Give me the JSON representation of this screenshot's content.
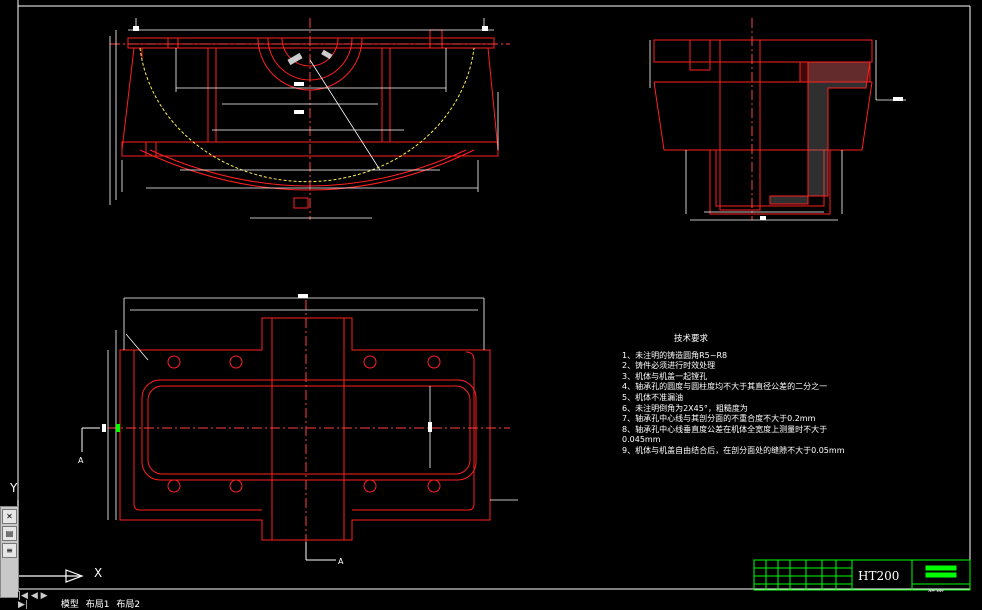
{
  "colors": {
    "background": "#000000",
    "outline": "#ff2020",
    "dimension": "#ffffff",
    "centerline": "#ff4040",
    "hatch": "#e0e0e0",
    "highlight": "#00ff00",
    "titleblock": "#00ff00"
  },
  "technical_requirements": {
    "title": "技术要求",
    "items": [
      "1、未注明的铸造圆角R5~R8",
      "2、铸件必须进行时效处理",
      "3、机体与机盖一起镗孔",
      "4、轴承孔的圆度与圆柱度均不大于其直径公差的二分之一",
      "5、机体不准漏油",
      "6、未注明倒角为2X45°，粗糙度为",
      "7、轴承孔中心线与其剖分面的不重合度不大于0.2mm",
      "8、轴承孔中心线垂直度公差在机体全宽度上测量时不大于",
      "0.045mm",
      "9、机体与机盖自由结合后，在剖分面处的缝隙不大于0.05mm"
    ]
  },
  "title_block": {
    "material": "HT200",
    "label": "箱座"
  },
  "section_labels": {
    "a_left": "A",
    "a_bottom": "A"
  },
  "ucs": {
    "y": "Y",
    "x": "X"
  },
  "layout_tabs": [
    "模型",
    "布局1",
    "布局2"
  ],
  "toolbar": {
    "icons": [
      "close-icon",
      "properties-icon",
      "layer-icon"
    ]
  }
}
